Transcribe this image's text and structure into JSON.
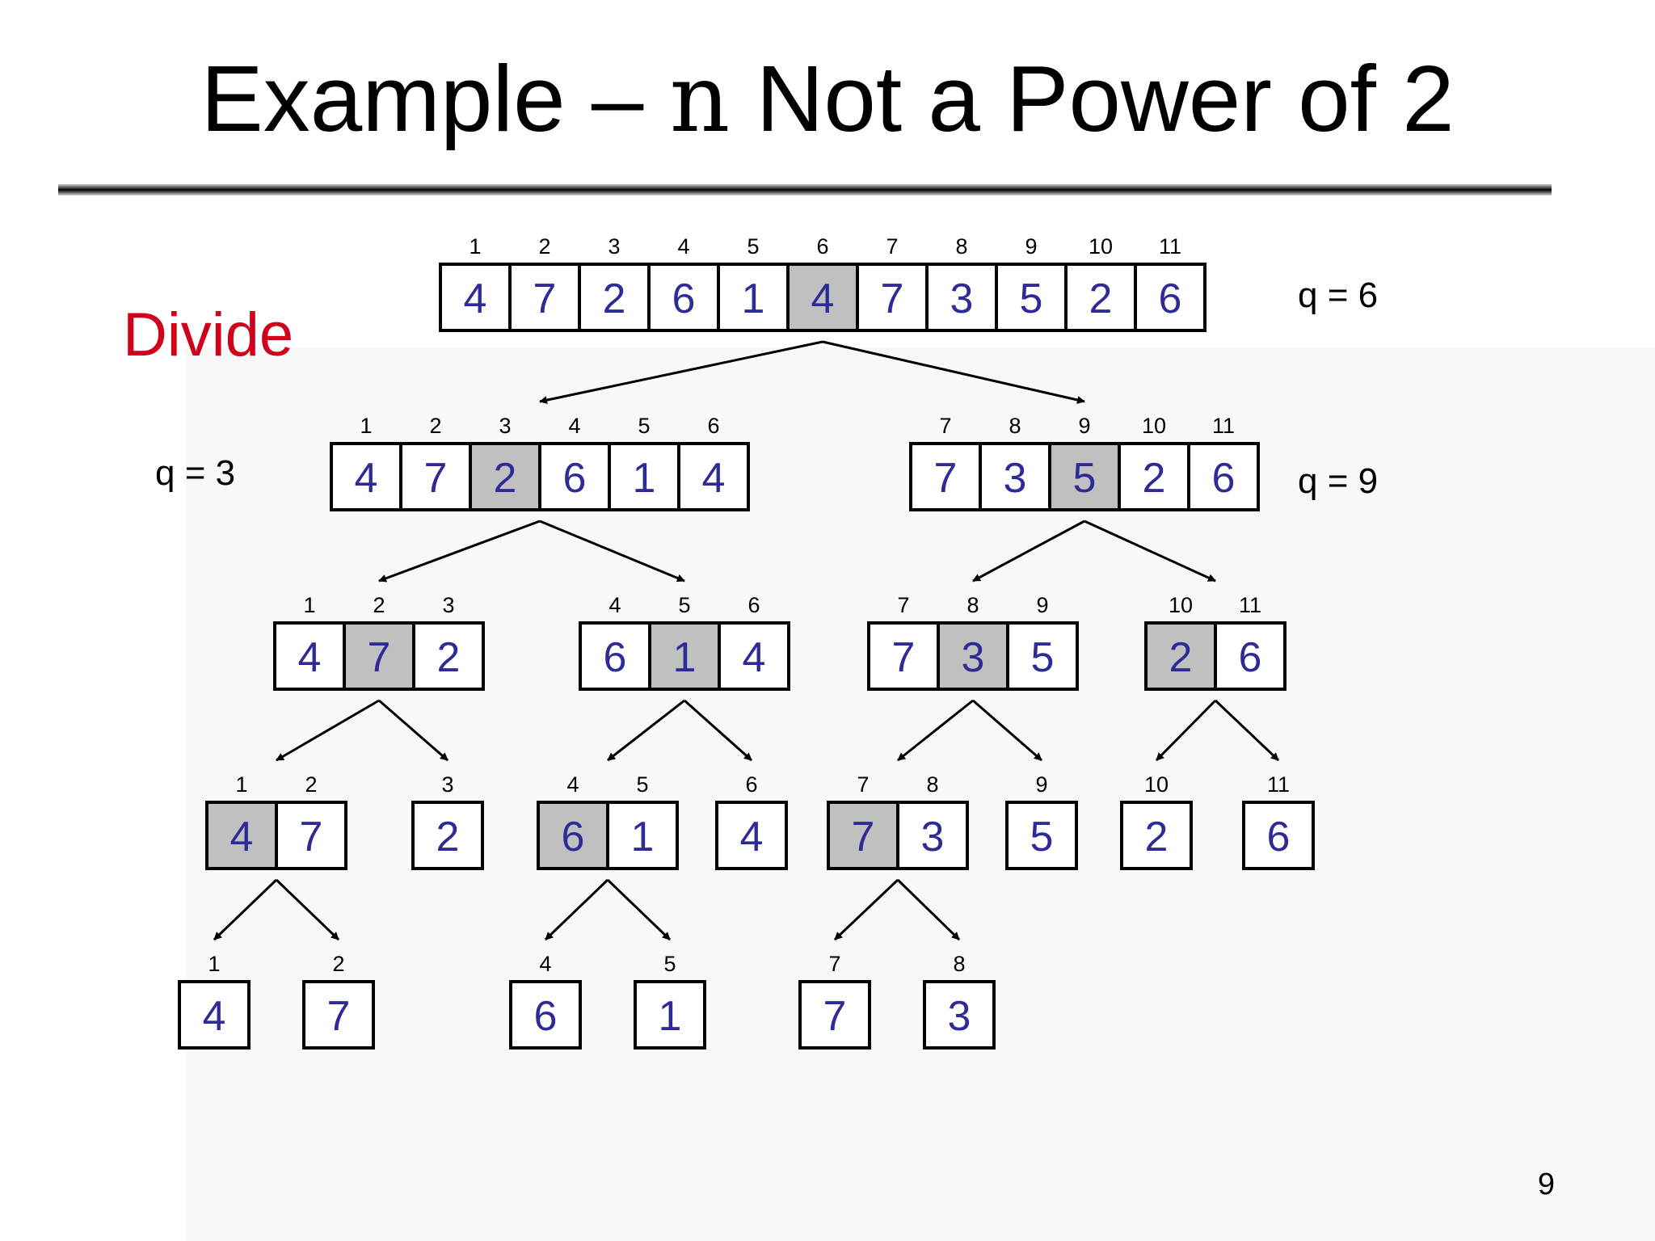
{
  "slide": {
    "title_prefix": "Example – ",
    "title_var": "n",
    "title_suffix": " Not a Power of 2",
    "section_label": "Divide",
    "page_number": "9"
  },
  "q_labels": [
    "q = 6",
    "q = 3",
    "q = 9"
  ],
  "recursion_tree": {
    "levels": [
      [
        {
          "indices": [
            "1",
            "2",
            "3",
            "4",
            "5",
            "6",
            "7",
            "8",
            "9",
            "10",
            "11"
          ],
          "values": [
            "4",
            "7",
            "2",
            "6",
            "1",
            "4",
            "7",
            "3",
            "5",
            "2",
            "6"
          ],
          "pivot": 5
        }
      ],
      [
        {
          "indices": [
            "1",
            "2",
            "3",
            "4",
            "5",
            "6"
          ],
          "values": [
            "4",
            "7",
            "2",
            "6",
            "1",
            "4"
          ],
          "pivot": 2
        },
        {
          "indices": [
            "7",
            "8",
            "9",
            "10",
            "11"
          ],
          "values": [
            "7",
            "3",
            "5",
            "2",
            "6"
          ],
          "pivot": 2
        }
      ],
      [
        {
          "indices": [
            "1",
            "2",
            "3"
          ],
          "values": [
            "4",
            "7",
            "2"
          ],
          "pivot": 1
        },
        {
          "indices": [
            "4",
            "5",
            "6"
          ],
          "values": [
            "6",
            "1",
            "4"
          ],
          "pivot": 1
        },
        {
          "indices": [
            "7",
            "8",
            "9"
          ],
          "values": [
            "7",
            "3",
            "5"
          ],
          "pivot": 1
        },
        {
          "indices": [
            "10",
            "11"
          ],
          "values": [
            "2",
            "6"
          ],
          "pivot": 0
        }
      ],
      [
        {
          "indices": [
            "1",
            "2"
          ],
          "values": [
            "4",
            "7"
          ],
          "pivot": 0
        },
        {
          "indices": [
            "3"
          ],
          "values": [
            "2"
          ],
          "pivot": null
        },
        {
          "indices": [
            "4",
            "5"
          ],
          "values": [
            "6",
            "1"
          ],
          "pivot": 0
        },
        {
          "indices": [
            "6"
          ],
          "values": [
            "4"
          ],
          "pivot": null
        },
        {
          "indices": [
            "7",
            "8"
          ],
          "values": [
            "7",
            "3"
          ],
          "pivot": 0
        },
        {
          "indices": [
            "9"
          ],
          "values": [
            "5"
          ],
          "pivot": null
        },
        {
          "indices": [
            "10"
          ],
          "values": [
            "2"
          ],
          "pivot": null
        },
        {
          "indices": [
            "11"
          ],
          "values": [
            "6"
          ],
          "pivot": null
        }
      ],
      [
        {
          "indices": [
            "1"
          ],
          "values": [
            "4"
          ],
          "pivot": null
        },
        {
          "indices": [
            "2"
          ],
          "values": [
            "7"
          ],
          "pivot": null
        },
        {
          "indices": [
            "4"
          ],
          "values": [
            "6"
          ],
          "pivot": null
        },
        {
          "indices": [
            "5"
          ],
          "values": [
            "1"
          ],
          "pivot": null
        },
        {
          "indices": [
            "7"
          ],
          "values": [
            "7"
          ],
          "pivot": null
        },
        {
          "indices": [
            "8"
          ],
          "values": [
            "3"
          ],
          "pivot": null
        }
      ]
    ]
  },
  "colors": {
    "value_text": "#2e2b96",
    "pivot_fill": "#c0c0c0",
    "divide_label": "#d0021b"
  }
}
